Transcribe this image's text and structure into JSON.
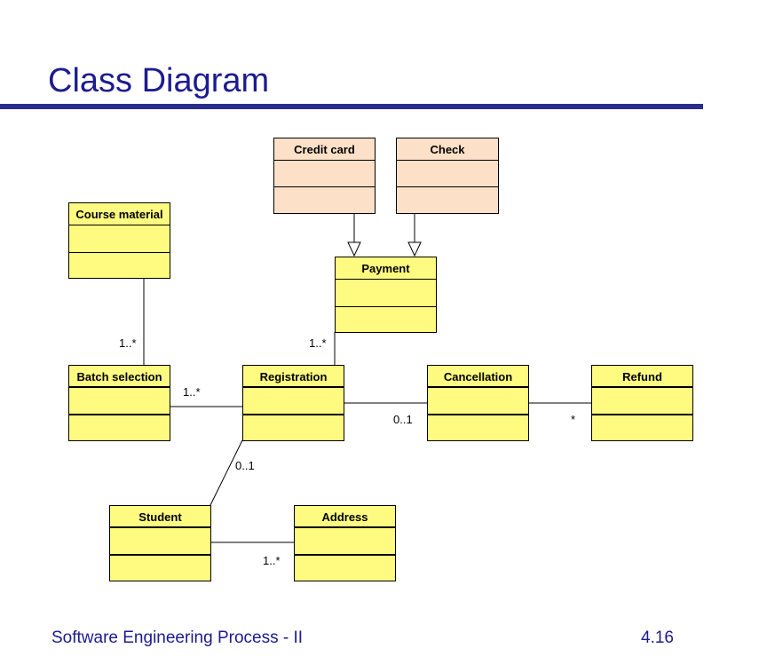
{
  "title": "Class Diagram",
  "footer": {
    "left": "Software Engineering Process - II",
    "right": "4.16"
  },
  "classes": {
    "credit_card": "Credit card",
    "check": "Check",
    "course_material": "Course material",
    "payment": "Payment",
    "batch_selection": "Batch selection",
    "registration": "Registration",
    "cancellation": "Cancellation",
    "refund": "Refund",
    "student": "Student",
    "address": "Address"
  },
  "multiplicities": {
    "course_batch": "1..*",
    "payment_registration": "1..*",
    "batch_registration": "1..*",
    "registration_cancellation": "0..1",
    "cancellation_refund": "*",
    "registration_student": "0..1",
    "student_address": "1..*"
  },
  "colors": {
    "class_fill": "#fffb80",
    "subclass_fill": "#fde0c8",
    "title": "#1c1c8f",
    "rule": "#2a2d8c"
  }
}
